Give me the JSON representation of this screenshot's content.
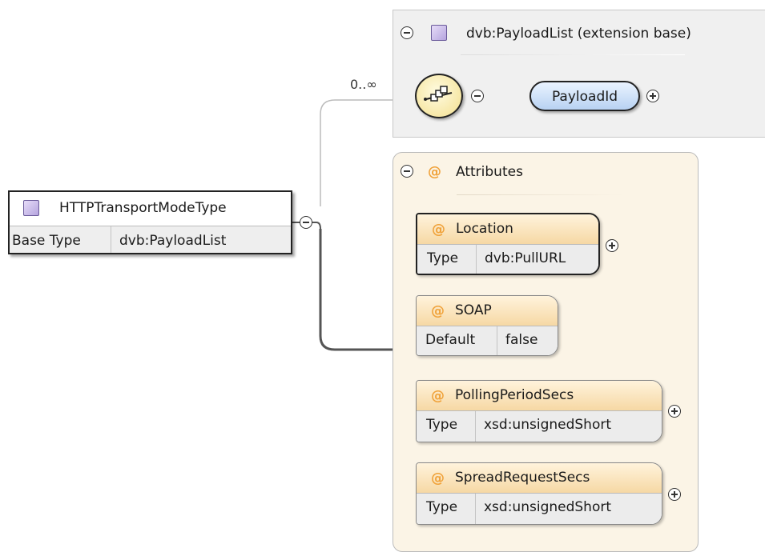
{
  "extension": {
    "title": "dvb:PayloadList (extension base)",
    "cardinality": "0..∞",
    "compositor_icon": "sequence-icon",
    "element": "PayloadId"
  },
  "main_type": {
    "name": "HTTPTransportModeType",
    "row_label": "Base Type",
    "row_value": "dvb:PayloadList"
  },
  "attributes": {
    "title": "Attributes",
    "items": [
      {
        "name": "Location",
        "row_label": "Type",
        "row_value": "dvb:PullURL"
      },
      {
        "name": "SOAP",
        "row_label": "Default",
        "row_value": "false"
      },
      {
        "name": "PollingPeriodSecs",
        "row_label": "Type",
        "row_value": "xsd:unsignedShort"
      },
      {
        "name": "SpreadRequestSecs",
        "row_label": "Type",
        "row_value": "xsd:unsignedShort"
      }
    ]
  },
  "colors": {
    "extension_panel": "#f0f0f0",
    "attributes_panel": "#fbf4e6",
    "attribute_header": "#f6d8a4",
    "element_pill": "#b8d2f2",
    "at_icon": "#f0a23a"
  }
}
